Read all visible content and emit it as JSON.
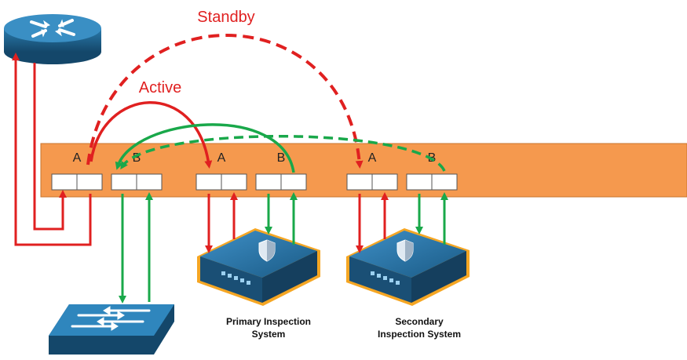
{
  "labels": {
    "standby": "Standby",
    "active": "Active",
    "port_a1": "A",
    "port_b1": "B",
    "port_a2": "A",
    "port_b2": "B",
    "port_a3": "A",
    "port_b3": "B"
  },
  "devices": {
    "primary_line1": "Primary Inspection",
    "primary_line2": "System",
    "secondary_line1": "Secondary",
    "secondary_line2": "Inspection System",
    "router_icon": "router-icon",
    "switch_icon": "switch-icon",
    "inspection_icon": "security-appliance-icon"
  },
  "colors": {
    "chassis": "#f5994e",
    "active_path": "#e02020",
    "standby_path": "#19a84a",
    "router": "#1e5f86",
    "appliance": "#1f6d9a",
    "appliance_outline": "#f5a623"
  }
}
